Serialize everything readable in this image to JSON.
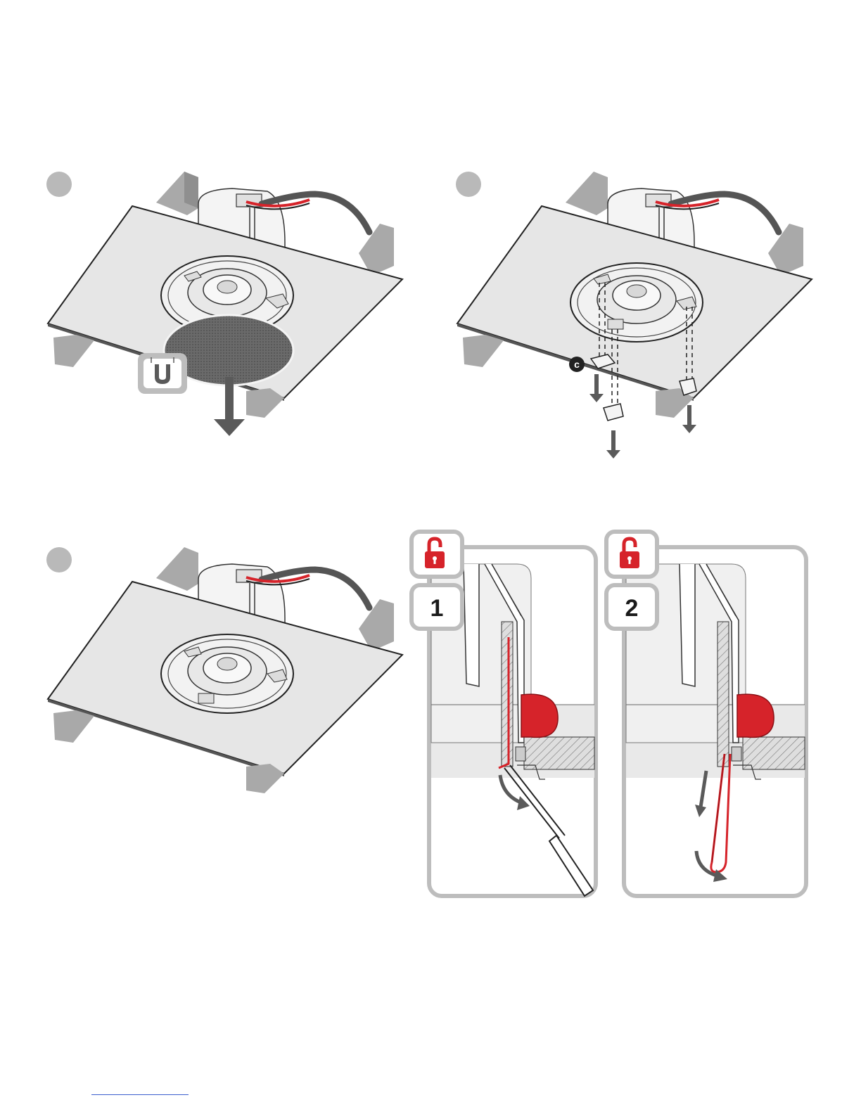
{
  "panels": {
    "step_a": {
      "icon": "magnet-icon"
    },
    "step_b": {
      "callout_label": "c"
    },
    "step_c": {},
    "detail_1": {
      "label": "1",
      "icon": "unlock-icon"
    },
    "detail_2": {
      "label": "2",
      "icon": "unlock-icon"
    }
  },
  "colors": {
    "accent_red": "#d6232a",
    "frame_gray": "#bdbdbd",
    "board_fill": "#e6e6e6",
    "arrow_gray": "#5a5a5a",
    "step_dot": "#b9b9b9"
  }
}
